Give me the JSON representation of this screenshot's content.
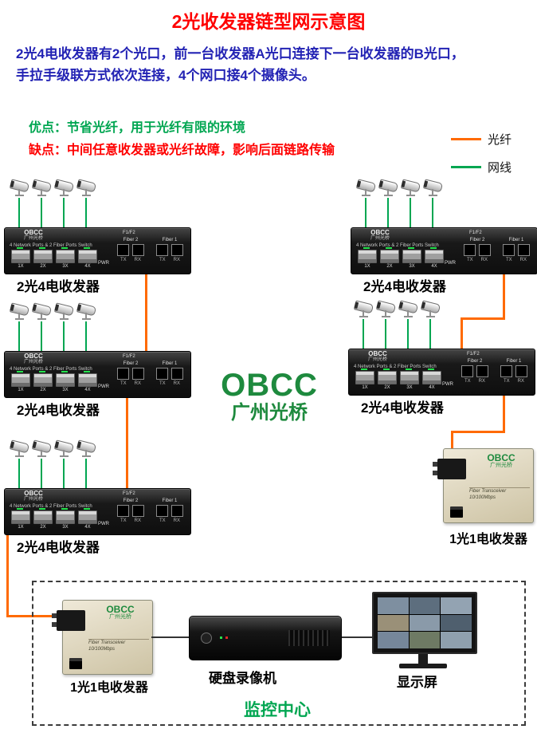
{
  "title": "2光收发器链型网示意图",
  "intro": {
    "line1": "2光4电收发器有2个光口，前一台收发器A光口连接下一台收发器的B光口，",
    "line2": "手拉手级联方式依次连接，4个网口接4个摄像头。",
    "advantage": "优点：节省光纤，用于光纤有限的环境",
    "disadvantage": "缺点：中间任意收发器或光纤故障，影响后面链路传输"
  },
  "legend": {
    "fiber_label": "光纤",
    "fiber_color": "#ff6a00",
    "lan_label": "网线",
    "lan_color": "#00a651"
  },
  "brand": {
    "name": "OBCC",
    "cn": "广州光桥",
    "color": "#1e8a3e"
  },
  "labels": {
    "switch": "2光4电收发器",
    "converter": "1光1电收发器",
    "dvr": "硬盘录像机",
    "monitor": "显示屏",
    "center": "监控中心"
  },
  "switch_panel": {
    "brand": "OBCC",
    "brand_cn": "广州光桥",
    "header": "4 Network Ports & 2 Fiber Ports Switch",
    "f1f2": "F1/F2",
    "fiber2": "Fiber 2",
    "fiber1": "Fiber 1",
    "pwr": "PWR",
    "ports": [
      "1X",
      "2X",
      "3X",
      "4X"
    ],
    "tx": "TX",
    "rx": "RX"
  },
  "converter_panel": {
    "brand": "OBCC",
    "brand_cn": "广州光桥",
    "line1": "Fiber Transceiver",
    "line2": "10/100Mbps"
  }
}
